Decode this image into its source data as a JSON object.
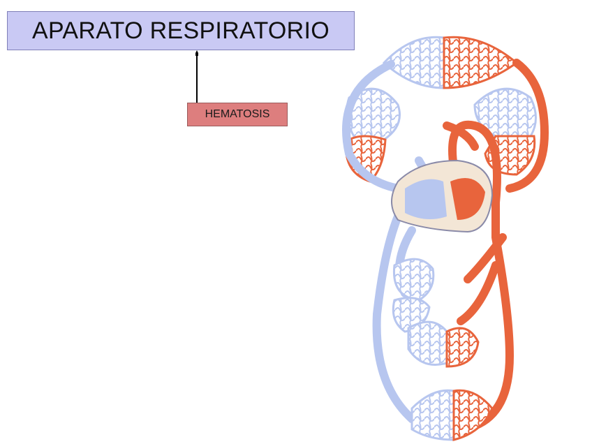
{
  "title": "APARATO RESPIRATORIO",
  "subtitle": "HEMATOSIS",
  "colors": {
    "title_bg": "#c9c9f4",
    "subtitle_bg": "#dd7e7e",
    "venous_blood": "#b7c6ef",
    "arterial_blood": "#e8643c",
    "heart_outline": "#f3e6d6"
  },
  "illustration": "circulation-diagram"
}
